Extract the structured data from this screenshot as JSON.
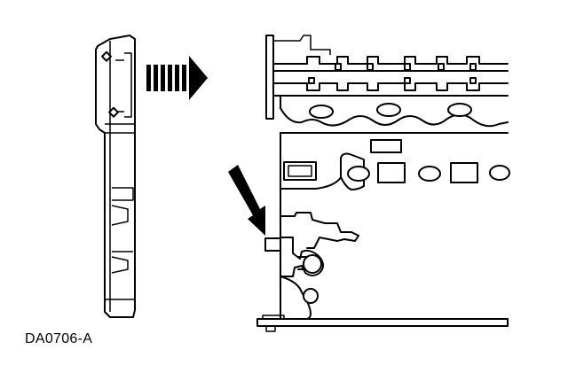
{
  "figure": {
    "id_label": "DA0706-A"
  },
  "colors": {
    "line": "#000000",
    "background": "#ffffff"
  },
  "parts": {
    "removed_component": "cover-plate",
    "direction_indicator": "dashed-arrow",
    "callout": "pointer-arrow",
    "assembly": "cylinder-head-side-view"
  }
}
